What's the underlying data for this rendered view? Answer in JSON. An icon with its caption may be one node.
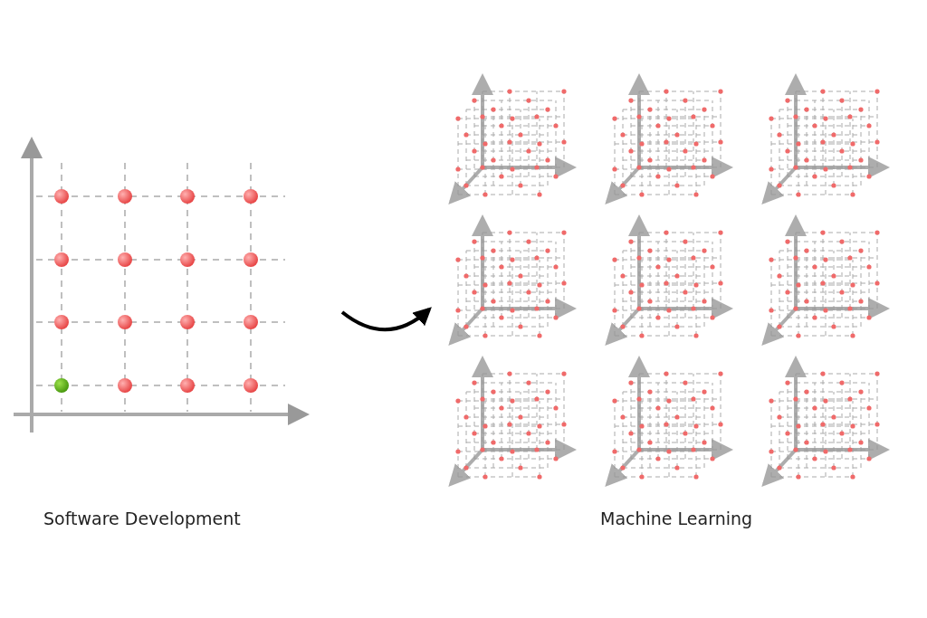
{
  "diagram": {
    "nodes": [
      {
        "text": [
          "Software Development"
        ]
      },
      {
        "text": [
          "Machine Learning"
        ]
      }
    ],
    "edges": [
      {
        "from": 0,
        "to": 1,
        "arrow": "to"
      }
    ]
  }
}
